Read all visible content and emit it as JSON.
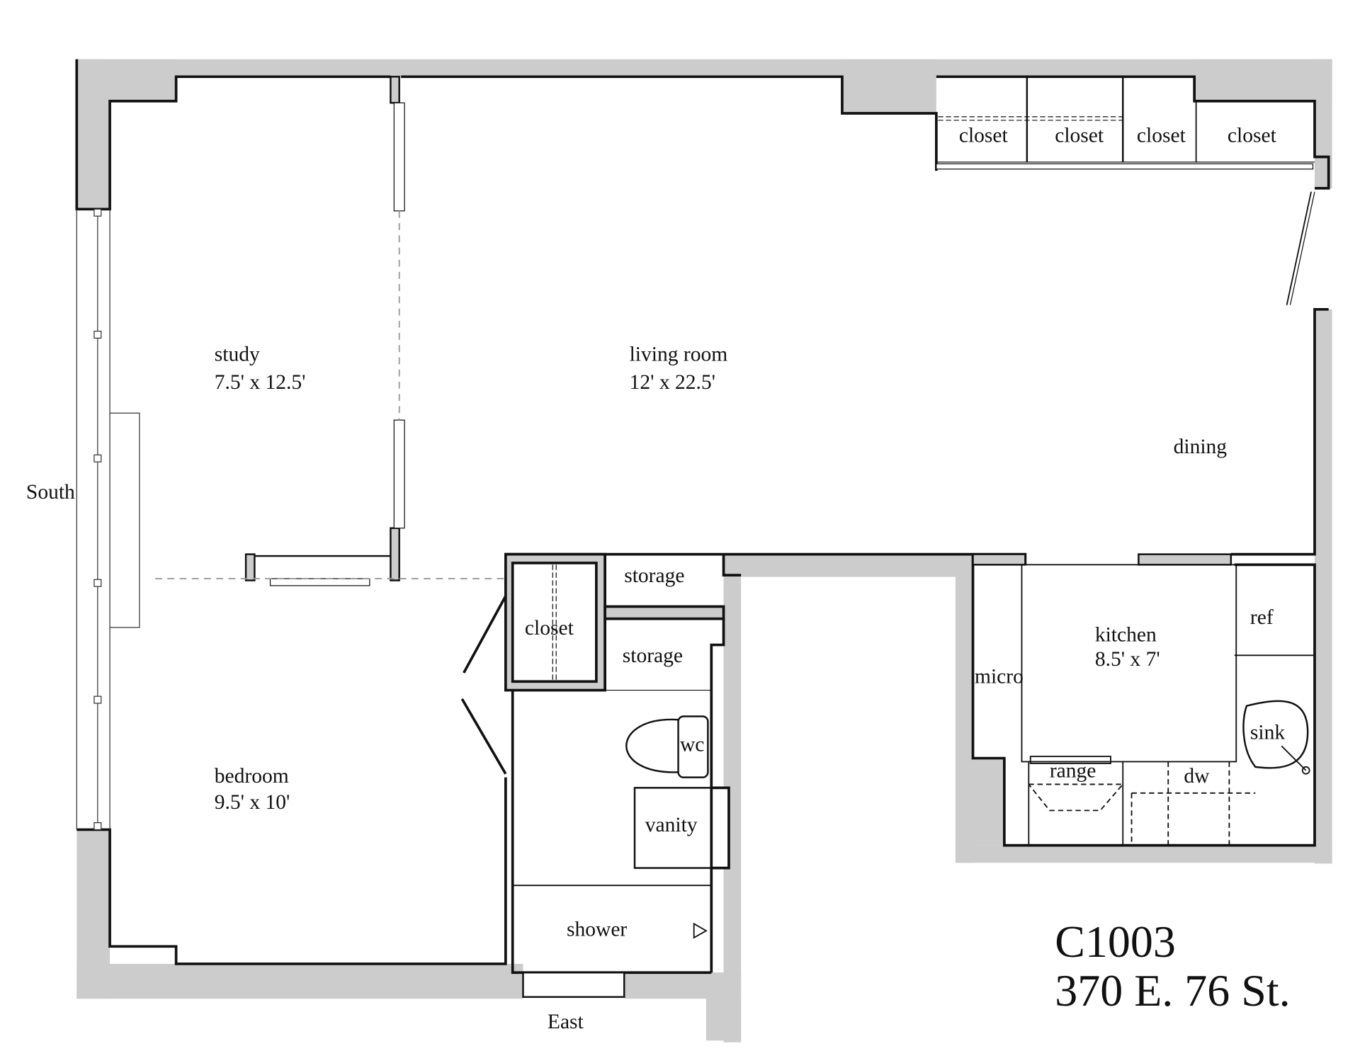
{
  "plan": {
    "unit": "C1003",
    "address": "370 E. 76 St.",
    "wall_fill": "#cccccc",
    "line_color": "#111111",
    "orientation": {
      "south": "South",
      "east": "East"
    },
    "rooms": {
      "study": {
        "name": "study",
        "size": "7.5' x 12.5'"
      },
      "living_room": {
        "name": "living room",
        "size": "12' x 22.5'"
      },
      "dining": {
        "name": "dining"
      },
      "bedroom": {
        "name": "bedroom",
        "size": "9.5' x  10'"
      },
      "kitchen": {
        "name": "kitchen",
        "size": "8.5' x 7'"
      }
    },
    "closets": [
      "closet",
      "closet",
      "closet",
      "closet"
    ],
    "bedroom_closet": "closet",
    "storage": [
      "storage",
      "storage"
    ],
    "fixtures": {
      "wc": "wc",
      "vanity": "vanity",
      "shower": "shower",
      "micro": "micro",
      "ref": "ref",
      "sink": "sink",
      "range": "range",
      "dw": "dw"
    }
  }
}
